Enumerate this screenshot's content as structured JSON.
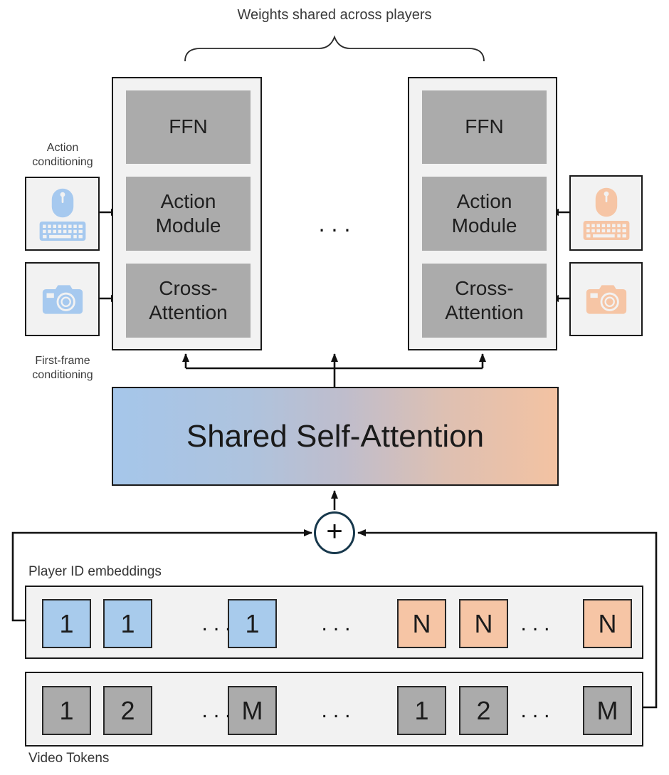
{
  "title": "Weights shared across players",
  "labels": {
    "action_conditioning": "Action conditioning",
    "first_frame_conditioning": "First-frame conditioning",
    "player_row": "Player ID embeddings",
    "video_row": "Video Tokens"
  },
  "blocks": {
    "ffn": "FFN",
    "action_module": "Action Module",
    "cross_attention": "Cross-Attention"
  },
  "shared_attention_label": "Shared Self-Attention",
  "plus_label": "+",
  "ellipsis_mid": "...",
  "player_row": {
    "tokens": [
      "1",
      "1",
      "...",
      "1",
      "...",
      "N",
      "N",
      "...",
      "N"
    ]
  },
  "video_row": {
    "tokens": [
      "1",
      "2",
      "...",
      "M",
      "...",
      "1",
      "2",
      "...",
      "M"
    ]
  },
  "icons": {
    "left_action": "mouse-keyboard-icon",
    "left_frame": "camera-icon",
    "right_action": "mouse-keyboard-icon",
    "right_frame": "camera-icon",
    "combine": "plus-icon",
    "brace": "curly-brace-icon"
  },
  "colors": {
    "player1_blue": "#A8CBEC",
    "playerN_orange": "#F6C5A5",
    "video_gray": "#ABABAB",
    "panel_gray": "#F2F2F2",
    "block_gray": "#ABABAB",
    "gradient_left": "#A5C6EA",
    "gradient_right": "#F3C2A2",
    "plus_circle_border": "#17384C",
    "line_black": "#111111"
  }
}
